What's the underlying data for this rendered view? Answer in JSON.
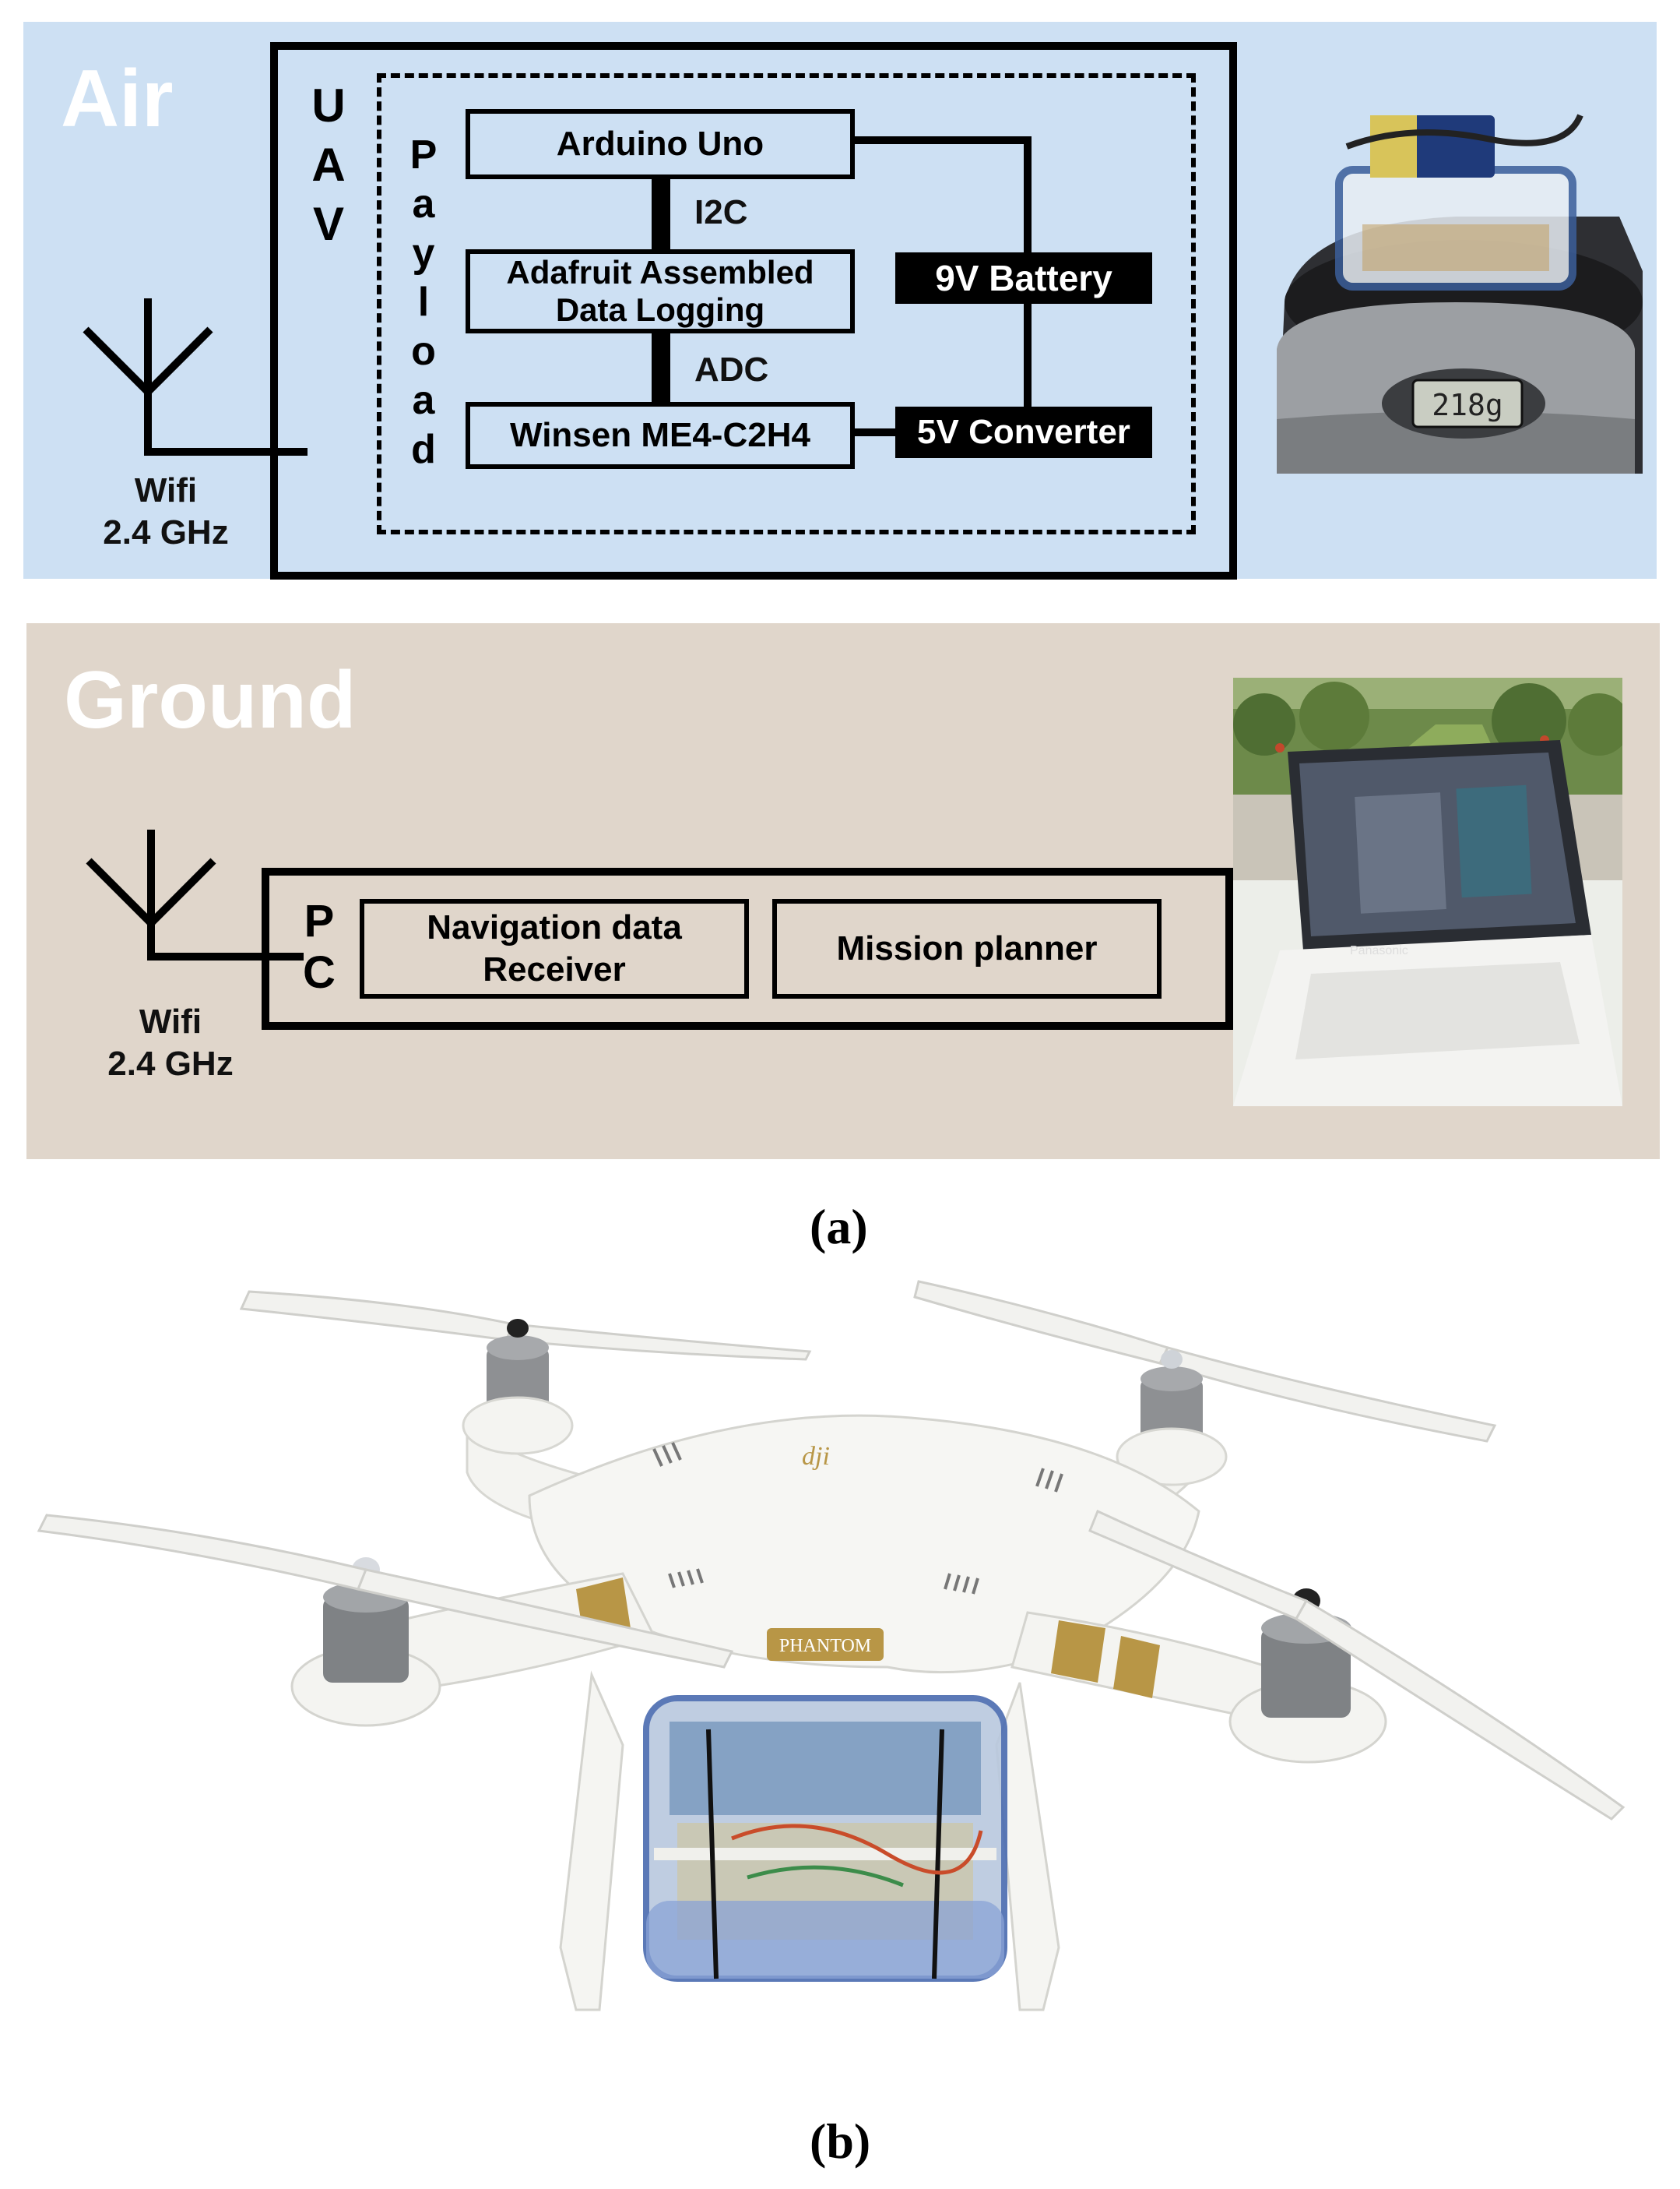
{
  "air": {
    "title": "Air",
    "uav_label": [
      "U",
      "A",
      "V"
    ],
    "payload_label": [
      "P",
      "a",
      "y",
      "l",
      "o",
      "a",
      "d"
    ],
    "antenna_label": "Wifi\n2.4 GHz",
    "arduino": "Arduino Uno",
    "i2c": "I2C",
    "datalogger": "Adafruit Assembled\nData Logging",
    "adc": "ADC",
    "sensor": "Winsen ME4-C2H4",
    "battery": "9V Battery",
    "converter": "5V Converter",
    "scale_reading": "218g"
  },
  "ground": {
    "title": "Ground",
    "pc_label": [
      "P",
      "C"
    ],
    "antenna_label": "Wifi\n2.4 GHz",
    "receiver": "Navigation data\nReceiver",
    "planner": "Mission planner",
    "laptop_brand": "Panasonic"
  },
  "drone": {
    "logo": "dji",
    "badge": "PHANTOM"
  },
  "captions": {
    "a": "(a)",
    "b": "(b)"
  },
  "colors": {
    "air_bg": "#cde0f3",
    "ground_bg": "#e0d6cb",
    "line": "#000000",
    "drone_body": "#f4f4f1",
    "drone_gold": "#b89646"
  }
}
